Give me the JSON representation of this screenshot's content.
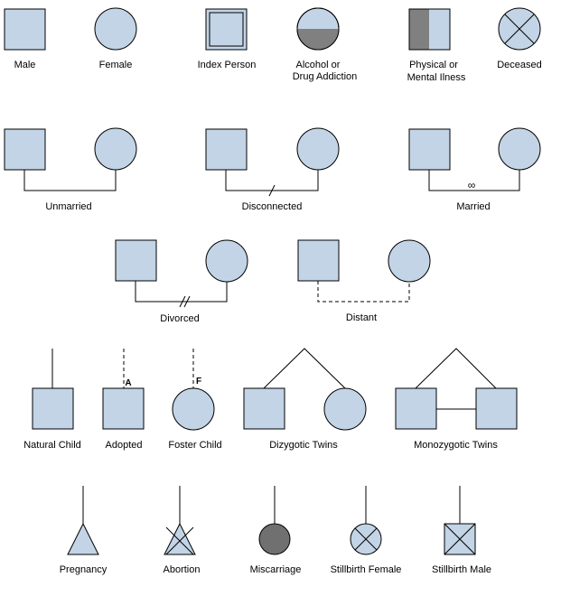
{
  "colors": {
    "fill": "#c2d4e6",
    "stroke": "#000000",
    "gray": "#808080",
    "dark_gray": "#707070",
    "background": "#ffffff"
  },
  "legend": {
    "male": "Male",
    "female": "Female",
    "index_person": "Index Person",
    "alcohol_line1": "Alcohol or",
    "alcohol_line2": "Drug Addiction",
    "illness_line1": "Physical or",
    "illness_line2": "Mental Ilness",
    "deceased": "Deceased"
  },
  "relationships": {
    "unmarried": "Unmarried",
    "disconnected": "Disconnected",
    "married": "Married",
    "married_symbol": "∞",
    "divorced": "Divorced",
    "distant": "Distant"
  },
  "children": {
    "natural_child": "Natural Child",
    "adopted": "Adopted",
    "adopted_marker": "A",
    "foster_child": "Foster Child",
    "foster_marker": "F",
    "dizygotic_twins": "Dizygotic Twins",
    "monozygotic_twins": "Monozygotic Twins"
  },
  "pregnancy": {
    "pregnancy": "Pregnancy",
    "abortion": "Abortion",
    "miscarriage": "Miscarriage",
    "stillbirth_female": "Stillbirth Female",
    "stillbirth_male": "Stillbirth Male"
  }
}
